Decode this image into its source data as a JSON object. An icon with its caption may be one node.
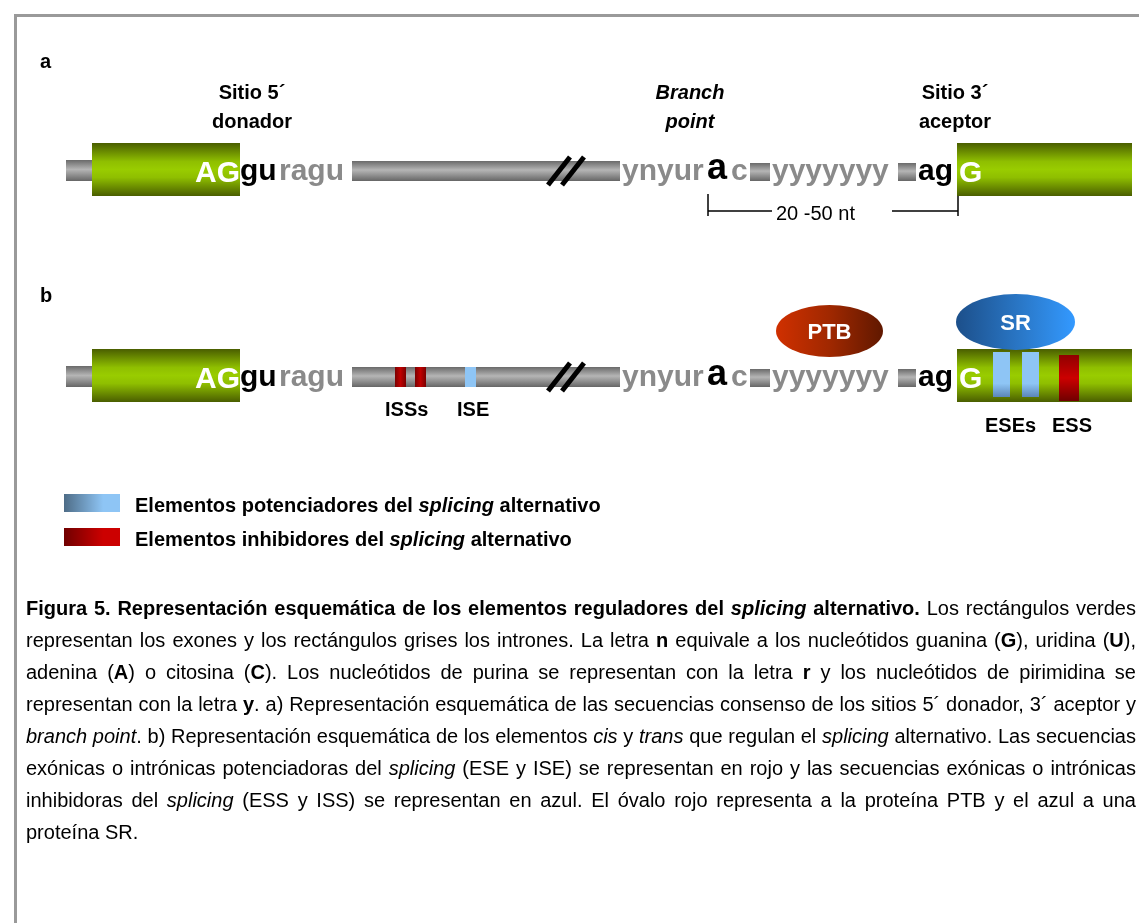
{
  "diagram": {
    "caption": "**Figura 5. Representación esquemática de los elementos reguladores del *splicing* alternativo.** Los rectángulos verdes representan los exones y los rectángulos grises los intrones. La letra **n** equivale a los nucleótidos guanina (**G**), uridina (**U**), adenina (**A**) o citosina (**C**). Los nucleótidos de purina se representan con la letra **r** y los nucleótidos de pirimidina se representan con la letra **y**. a) Representación esquemática de las secuencias consenso de los sitios 5´ donador, 3´ aceptor y *branch point*. b) Representación esquemática de los elementos *cis* y *trans* que regulan el *splicing* alternativo. Las secuencias exónicas o intrónicas potenciadoras del *splicing* (ESE y ISE) se representan en rojo y las secuencias exónicas o intrónicas inhibidoras del *splicing* (ESS y ISS) se representan en azul. El óvalo rojo representa a la proteína PTB y el azul a una proteína SR.",
    "nodes": [
      {
        "text": [],
        "shape": "bar"
      },
      {
        "text": [
          "AG"
        ]
      },
      {
        "text": [],
        "shape": "bar"
      },
      {
        "text": [],
        "shape": "bar"
      },
      {
        "text": [],
        "shape": "bar"
      },
      {
        "text": [
          "G"
        ]
      },
      {
        "text": [],
        "shape": "bar"
      },
      {
        "text": [
          "AG"
        ]
      },
      {
        "text": [],
        "shape": "bar"
      },
      {
        "text": [],
        "shape": "bar"
      },
      {
        "text": [],
        "shape": "bar"
      },
      {
        "text": [
          "PTB"
        ]
      },
      {
        "text": [
          "SR"
        ]
      },
      {
        "text": [
          "G"
        ]
      }
    ],
    "labels": [
      "a",
      "Sitio 5´ donador",
      "Branch point",
      "Sitio 3´ aceptor",
      "gu",
      "ragu",
      "ynyur",
      "a",
      "c",
      "yyyyyyy",
      "ag",
      "20 -50 nt",
      "b",
      "gu",
      "ragu",
      "ynyur",
      "a",
      "c",
      "yyyyyyy",
      "ag",
      "ISSs",
      "ISE",
      "ESEs",
      "ESS"
    ],
    "legend": [
      {
        "text": "Elementos potenciadores del *splicing* alternativo",
        "color": "#8ec5f5"
      },
      {
        "text": "Elementos inhibidores del *splicing* alternativo",
        "color": "#cc0000"
      }
    ]
  }
}
